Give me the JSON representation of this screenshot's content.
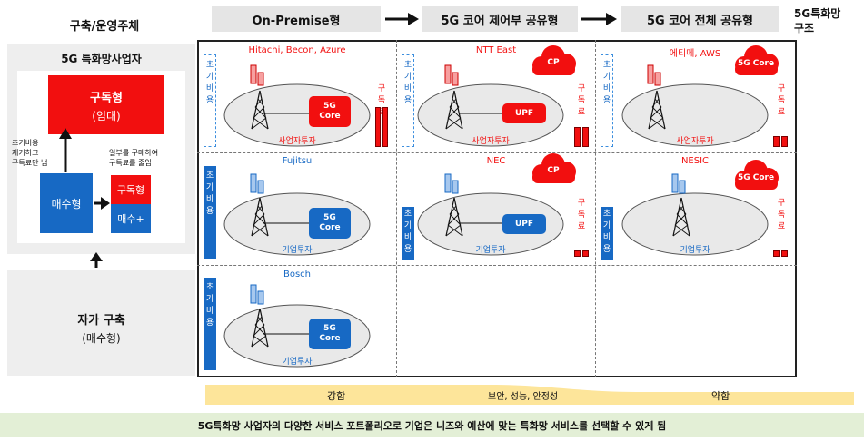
{
  "left": {
    "title": "구축/운영주체",
    "panel_title": "5G 특화망사업자",
    "subscription": {
      "label": "구독형",
      "sub": "(임대)"
    },
    "purchase": {
      "label": "매수형"
    },
    "mix": {
      "red": "구독형",
      "blue": "매수+"
    },
    "note_left": [
      "초기비용",
      "제거하고",
      "구독료만 냄"
    ],
    "note_right": [
      "일부를 구매하여",
      "구독료를 줄임"
    ],
    "own": {
      "title": "자가 구축",
      "sub": "(매수형)"
    }
  },
  "header": {
    "col1": "On-Premise형",
    "col2": "5G 코어 제어부 공유형",
    "col3": "5G 코어 전체 공유형",
    "right_label": [
      "5G특화망",
      "구조"
    ]
  },
  "cells": {
    "r1c1": {
      "provider": "Hitachi, Becon, Azure",
      "core": [
        "5G",
        "Core"
      ],
      "invest": "사업자투자",
      "tag": [
        "초",
        "기",
        "비",
        "용"
      ],
      "side": [
        "구",
        "독",
        "료"
      ]
    },
    "r1c2": {
      "provider": "NTT East",
      "cloud": "CP",
      "core": [
        "UPF"
      ],
      "invest": "사업자투자",
      "side": [
        "구",
        "독",
        "료"
      ]
    },
    "r1c3": {
      "provider": "에티메, AWS",
      "cloud": [
        "5G Core"
      ],
      "invest": "사업자투자",
      "tag": [
        "초",
        "기",
        "비",
        "용"
      ],
      "side": [
        "구",
        "독",
        "료"
      ]
    },
    "r2c1": {
      "provider": "Fujitsu",
      "core": [
        "5G",
        "Core"
      ],
      "invest": "기업투자",
      "tag": [
        "초",
        "기",
        "비",
        "용"
      ]
    },
    "r2c2": {
      "provider": "NEC",
      "cloud": "CP",
      "core": [
        "UPF"
      ],
      "invest": "기업투자",
      "tag": [
        "초",
        "기",
        "비",
        "용"
      ],
      "side": [
        "구",
        "독",
        "료"
      ]
    },
    "r2c3": {
      "provider": "NESIC",
      "cloud": [
        "5G Core"
      ],
      "invest": "기업투자",
      "tag": [
        "초",
        "기",
        "비",
        "용"
      ],
      "side": [
        "구",
        "독",
        "료"
      ]
    },
    "r3c1": {
      "provider": "Bosch",
      "core": [
        "5G",
        "Core"
      ],
      "invest": "기업투자",
      "tag": [
        "초",
        "기",
        "비",
        "용"
      ]
    }
  },
  "strength": {
    "strong": "강함",
    "middle": "보안, 성능, 안정성",
    "weak": "약함"
  },
  "banner": "5G특화망 사업자의 다양한 서비스 포트폴리오로 기업은 니즈와 예산에 맞는 특화망 서비스를 선택할 수 있게 됨",
  "colors": {
    "red": "#f20f0f",
    "blue": "#1769c4",
    "panel_gray": "#eeeeee",
    "banner_green": "#e3efd6",
    "strength_yellow": "#fde59a"
  },
  "icons": [
    "antenna-tower-icon",
    "cloud-icon",
    "arrow-right-icon",
    "arrow-up-icon"
  ]
}
